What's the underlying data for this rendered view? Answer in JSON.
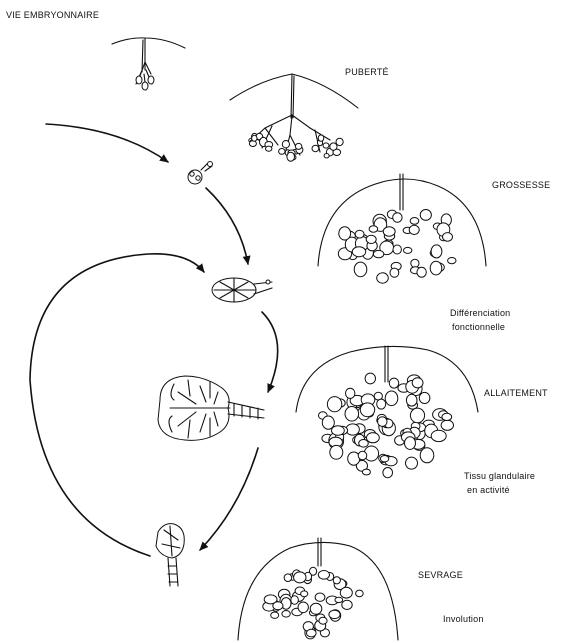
{
  "stages": {
    "embryonic": "VIE EMBRYONNAIRE",
    "puberty": "PUBERTÉ",
    "pregnancy": "GROSSESSE",
    "lactation": "ALLAITEMENT",
    "weaning": "SEVRAGE"
  },
  "notes": {
    "differentiation_line1": "Différenciation",
    "differentiation_line2": "fonctionnelle",
    "tissue_line1": "Tissu glandulaire",
    "tissue_line2": "en activité",
    "involution": "Involution"
  },
  "colors": {
    "ink": "#111111",
    "background": "#ffffff"
  }
}
